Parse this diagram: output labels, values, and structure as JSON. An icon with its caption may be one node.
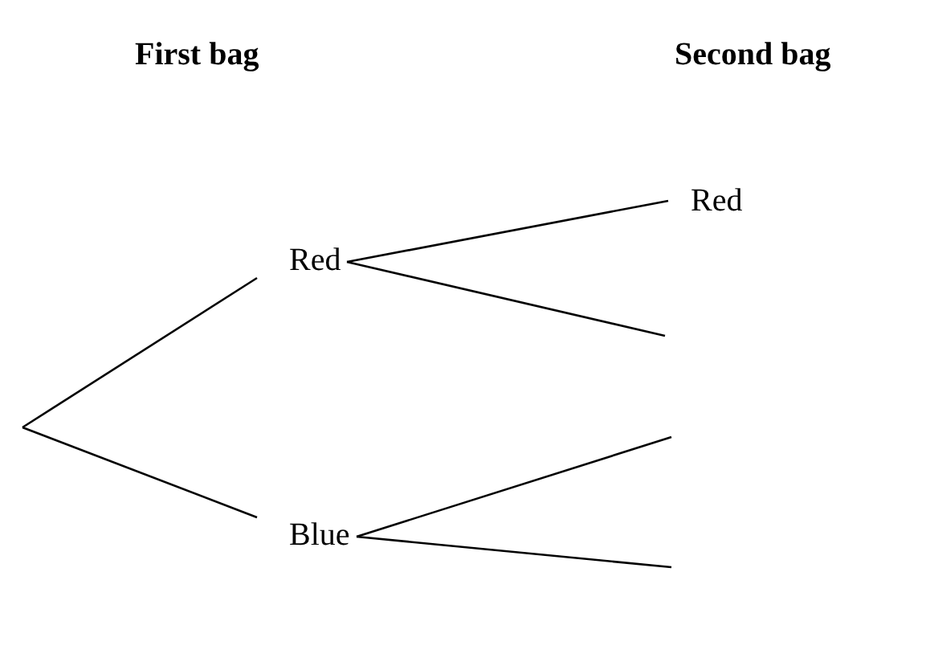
{
  "diagram": {
    "nodes": [
      {
        "text": [
          "Red"
        ]
      },
      {
        "text": [
          "Red"
        ]
      },
      {
        "text": [
          "Blue"
        ]
      }
    ],
    "edges": [
      {
        "from": null,
        "to": 1,
        "arrow": "none"
      },
      {
        "from": null,
        "to": 2,
        "arrow": "none"
      },
      {
        "from": 1,
        "to": 0,
        "arrow": "none"
      },
      {
        "from": 1,
        "to": null,
        "arrow": "none"
      },
      {
        "from": 2,
        "to": null,
        "arrow": "none"
      },
      {
        "from": 2,
        "to": null,
        "arrow": "none"
      }
    ],
    "labels": [
      "First bag",
      "Second bag"
    ]
  }
}
